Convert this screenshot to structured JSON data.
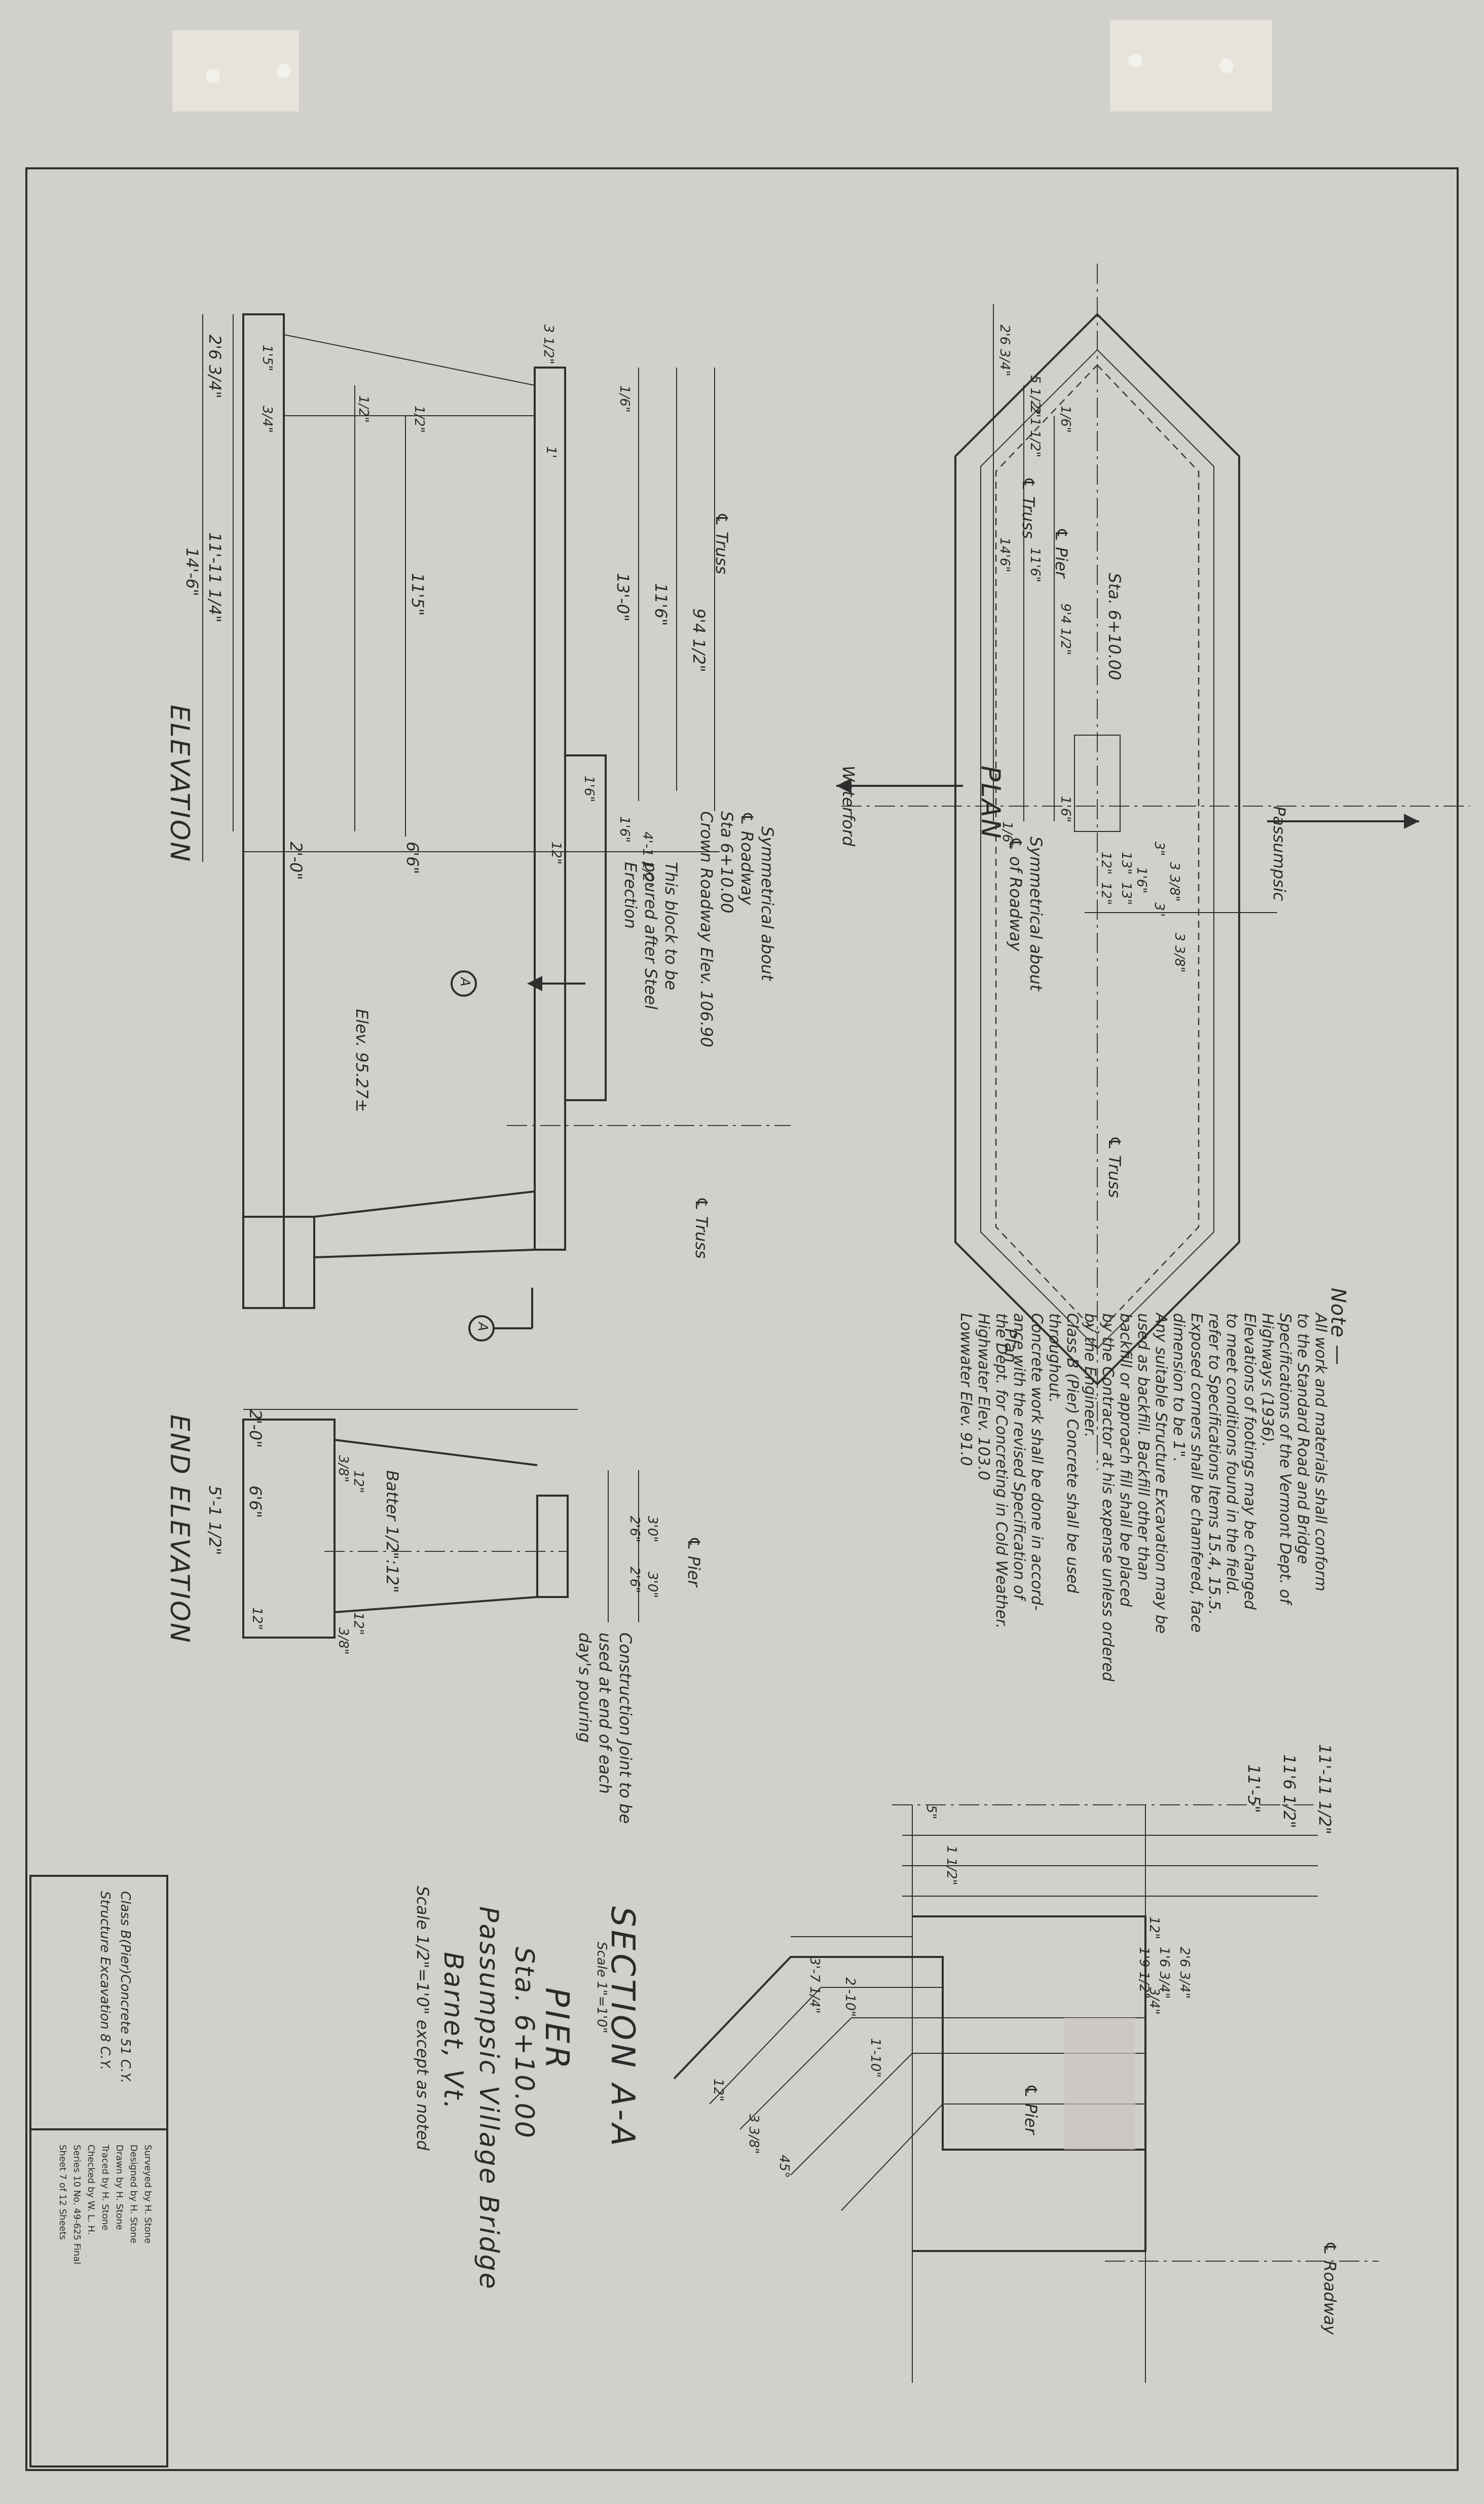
{
  "title_block": {
    "section_title": "SECTION A-A",
    "section_scale": "Scale 1\"=1'0\"",
    "drawing_title": "PIER",
    "station": "Sta. 6+10.00",
    "bridge_name": "Passumpsic Village Bridge",
    "location": "Barnet, Vt.",
    "scale_note": "Scale 1/2\"=1'0\" except as noted"
  },
  "quantities": {
    "concrete": "Class B(Pier)Concrete 51 C.Y.",
    "excavation": "Structure Excavation 8 C.Y."
  },
  "credits": [
    "Surveyed by  H. Stone",
    "Designed by  H. Stone",
    "Drawn by  H. Stone",
    "Traced by  H. Stone",
    "Checked by  W. L. H.",
    "Series 10   No. 49-625   Final",
    "Sheet 7  of  12  Sheets"
  ],
  "view_titles": {
    "elevation": "ELEVATION",
    "end_elevation": "END ELEVATION",
    "plan": "PLAN",
    "plan_arrow": "Plan"
  },
  "elevation": {
    "dims_left": [
      "2'6 3/4\"",
      "11'-11 1/4\"",
      "14'-6\"",
      "1'5\"",
      "3/4\"",
      "1/2\""
    ],
    "dims_mid": [
      "11'5\"",
      "1/2\"",
      "6'6\"",
      "2'-0\"",
      "12\""
    ],
    "dims_right": [
      "3 1/2\"",
      "1/6\"",
      "1'",
      "13'-0\"",
      "11'6\"",
      "9'4 1/2\"",
      "1'6\"",
      "1'6\"",
      "4'-1 1/2\""
    ],
    "labels": {
      "cl_truss_top": "℄ Truss",
      "symmetrical": "Symmetrical about",
      "cl_roadway": "℄ Roadway",
      "sta": "Sta 6+10.00",
      "crown": "Crown Roadway Elev. 106.90",
      "cl_truss_bottom": "℄ Truss",
      "block_note": [
        "This block to be",
        "poured after Steel",
        "Erection"
      ],
      "elev": "Elev. 95.27±",
      "section_marker": "A"
    }
  },
  "end_elevation": {
    "dims": [
      "2'-0\"",
      "6'6\"",
      "12\"",
      "5'-1 1/2\"",
      "3/8\"",
      "12\"",
      "12\"",
      "3/8\"",
      "3'0\"",
      "2'6\"",
      "2'6\"",
      "3'0\""
    ],
    "batter": "Batter 1/2\":12\"",
    "cl_pier": "℄ Pier",
    "construction_joint": [
      "Construction Joint to be",
      "used at end of each",
      "day's pouring"
    ]
  },
  "plan": {
    "dims": [
      "2'6 3/4\"",
      "5 1/2\"",
      "2'1 1/2\"",
      "14'6\"",
      "11'6\"",
      "9'4 1/2\"",
      "1/6\"",
      "1'6\"",
      "12\"",
      "12\"",
      "13\"",
      "13\"",
      "1'6\"",
      "3\"",
      "3\"",
      "3 3/8\"",
      "3 3/8\"",
      "1/6\""
    ],
    "labels": {
      "cl_truss": "℄ Truss",
      "cl_pier": "℄ Pier",
      "sta": "Sta. 6+10.00",
      "cl_truss_b": "℄ Truss",
      "waterford": "Waterford",
      "passumpsic": "Passumpsic",
      "symmetrical": "Symmetrical about",
      "cl_roadway": "℄ of Roadway"
    }
  },
  "notes": {
    "heading": "Note —",
    "lines": [
      "All work and materials shall conform",
      "to the Standard Road and Bridge",
      "Specifications of the Vermont Dept. of",
      "Highways (1936).",
      "Elevations of footings may be changed",
      "to meet conditions found in the field.",
      "refer to Specifications Items 15.4, 15.5.",
      "Exposed corners shall be chamfered, face",
      "dimension to be 1\".",
      "Any suitable Structure Excavation may be",
      "used as backfill. Backfill other than",
      "backfill or approach fill shall be placed",
      "by the Contractor at his expense unless ordered",
      "by the Engineer.",
      "Class B (Pier) Concrete shall be used",
      "throughout.",
      "Concrete work shall be done in accord-",
      "ance with the revised Specification of",
      "the Dept. for Concreting in Cold Weather.",
      "Highwater Elev. 103.0",
      "Lowwater Elev. 91.0"
    ]
  },
  "section": {
    "dims": [
      "11'-11 1/2\"",
      "11'6 1/2\"",
      "11'-5\"",
      "5\"",
      "1 1/2\"",
      "3'-7 1/4\"",
      "2'-10\"",
      "1'-10\"",
      "12\"",
      "3 3/8\"",
      "12\"",
      "2'6 3/4\"",
      "1'6 3/4\"",
      "1'9 1/2\"",
      "3/4\"",
      "45°"
    ],
    "cl_pier": "℄ Pier",
    "cl_roadway": "℄ Roadway"
  },
  "colors": {
    "paper": "#d2d0cb",
    "ink": "#2f2f2f"
  }
}
